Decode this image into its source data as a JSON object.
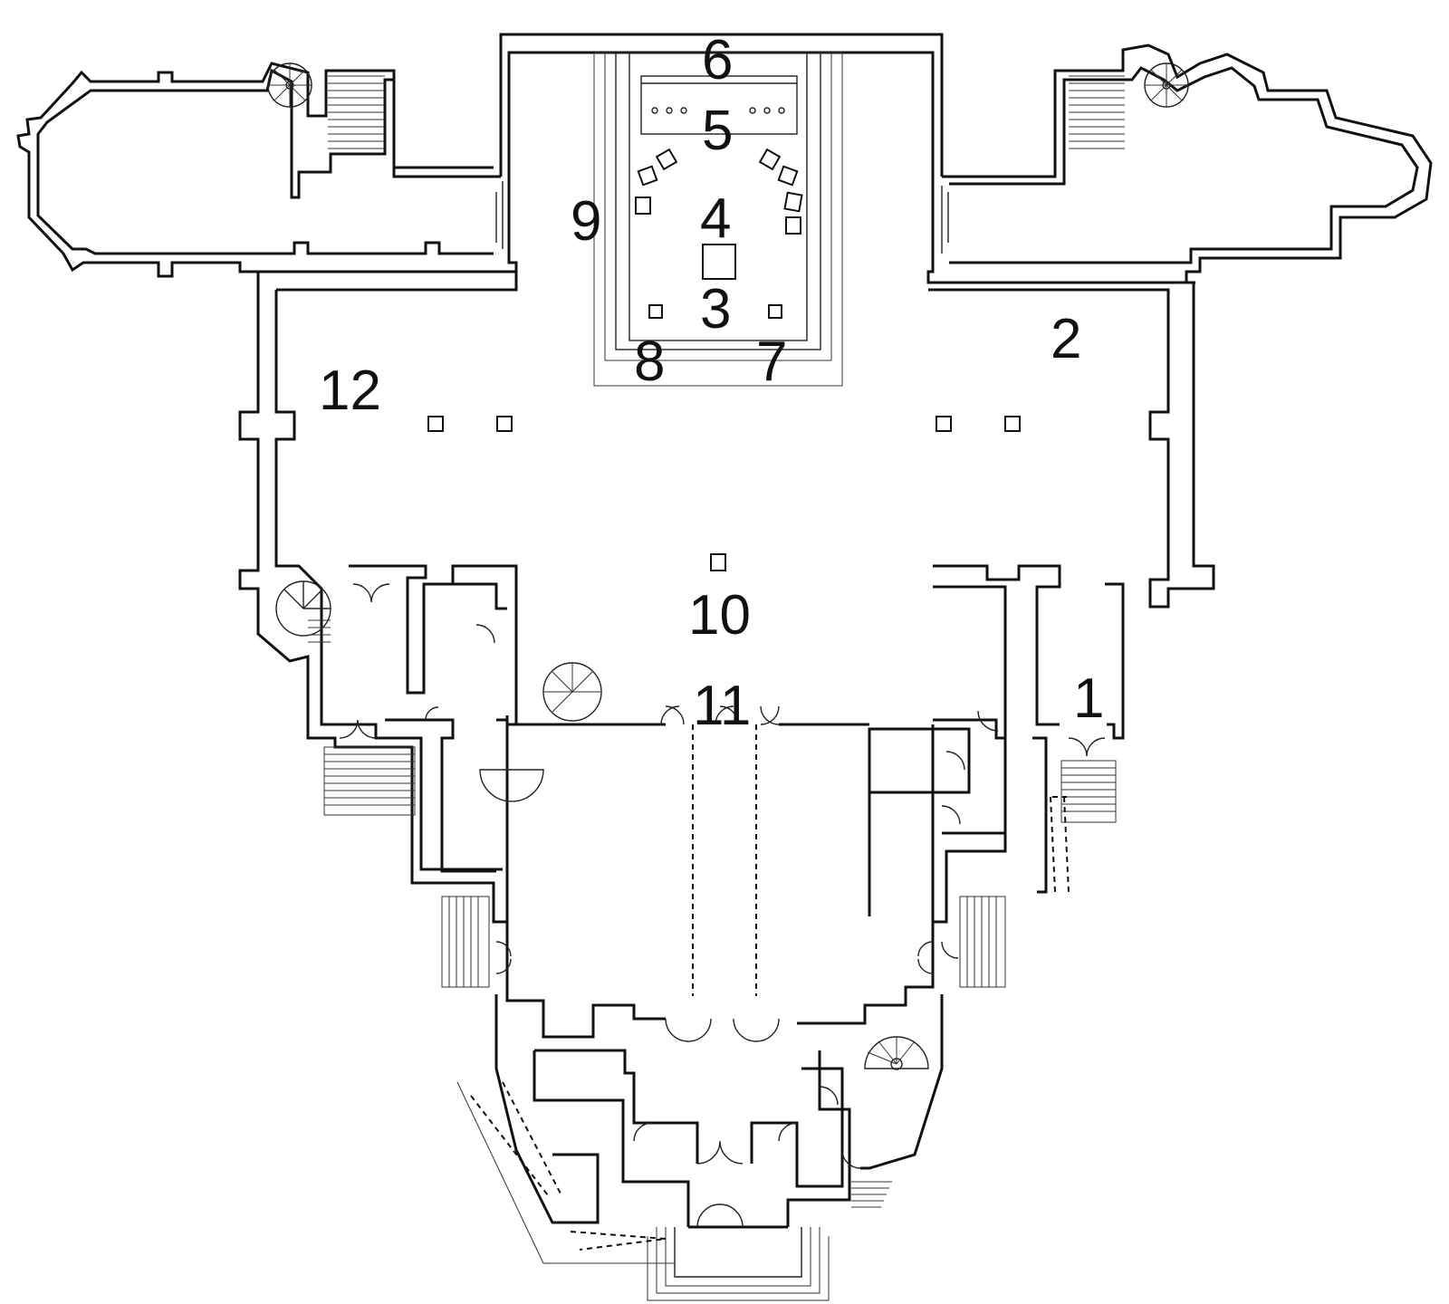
{
  "labels": [
    {
      "id": "1",
      "text": "1"
    },
    {
      "id": "2",
      "text": "2"
    },
    {
      "id": "3",
      "text": "3"
    },
    {
      "id": "4",
      "text": "4"
    },
    {
      "id": "5",
      "text": "5"
    },
    {
      "id": "6",
      "text": "6"
    },
    {
      "id": "7",
      "text": "7"
    },
    {
      "id": "8",
      "text": "8"
    },
    {
      "id": "9",
      "text": "9"
    },
    {
      "id": "10",
      "text": "10"
    },
    {
      "id": "11",
      "text": "11"
    },
    {
      "id": "12",
      "text": "12"
    }
  ],
  "colors": {
    "ink": "#111111",
    "background": "#ffffff"
  }
}
